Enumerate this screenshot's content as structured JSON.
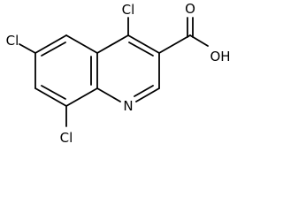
{
  "molecule": {
    "atoms": {
      "cl_top": "Cl",
      "cl_left": "Cl",
      "cl_bottom": "Cl",
      "nitrogen": "N",
      "oxygen_double": "O",
      "hydroxyl": "OH"
    }
  }
}
